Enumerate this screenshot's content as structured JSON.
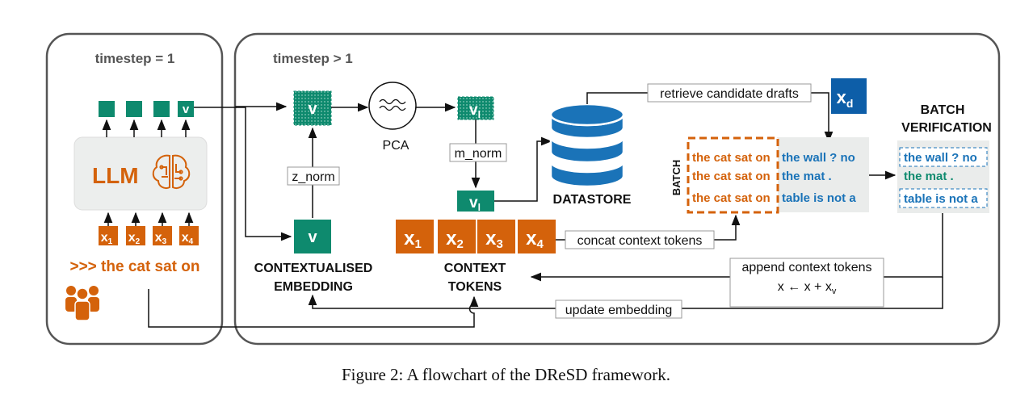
{
  "colors": {
    "green": "#0e8a6e",
    "orange": "#d4620b",
    "blue": "#1a73b8",
    "dark_blue": "#0d5ea8",
    "panel_gray": "#eef0ef",
    "frame": "#555555"
  },
  "panel_left": {
    "title": "timestep = 1"
  },
  "panel_right": {
    "title": "timestep > 1"
  },
  "llm": {
    "label": "LLM",
    "icon": "brain-circuit-icon"
  },
  "output_tokens": {
    "v": "v"
  },
  "input_tokens": [
    {
      "base": "x",
      "sub": "1"
    },
    {
      "base": "x",
      "sub": "2"
    },
    {
      "base": "x",
      "sub": "3"
    },
    {
      "base": "x",
      "sub": "4"
    }
  ],
  "prompt": {
    "text": ">>> the cat sat on",
    "user_icon": "users-group-icon"
  },
  "nodes": {
    "v_top": "v",
    "pca": "PCA",
    "vl_top": {
      "base": "v",
      "sub": "l"
    },
    "vl_bottom": {
      "base": "v",
      "sub": "l"
    },
    "v_contextual": "v",
    "xd": {
      "base": "x",
      "sub": "d"
    }
  },
  "edge_labels": {
    "z_norm": "z_norm",
    "m_norm": "m_norm",
    "retrieve": "retrieve candidate drafts",
    "concat": "concat context tokens",
    "append": "append context tokens",
    "append_formula": "x ← x + x",
    "append_formula_sub": "v",
    "update": "update embedding"
  },
  "labels": {
    "contextualised": [
      "CONTEXTUALISED",
      "EMBEDDING"
    ],
    "context_tokens": [
      "CONTEXT",
      "TOKENS"
    ],
    "datastore": "DATASTORE",
    "batch": "BATCH",
    "batch_verification": [
      "BATCH",
      "VERIFICATION"
    ]
  },
  "context_tokens": [
    {
      "base": "x",
      "sub": "1"
    },
    {
      "base": "x",
      "sub": "2"
    },
    {
      "base": "x",
      "sub": "3"
    },
    {
      "base": "x",
      "sub": "4"
    }
  ],
  "batch_rows": [
    {
      "prefix": "the cat sat on",
      "draft": "the wall ? no"
    },
    {
      "prefix": "the cat sat on",
      "draft": "the mat ."
    },
    {
      "prefix": "the cat sat on",
      "draft": "table is not a"
    }
  ],
  "verification_rows": [
    {
      "text": "the wall ? no",
      "accepted": false
    },
    {
      "text": "the mat .",
      "accepted": true
    },
    {
      "text": "table is not a",
      "accepted": false
    }
  ],
  "caption": "Figure 2: A flowchart of the DReSD framework."
}
